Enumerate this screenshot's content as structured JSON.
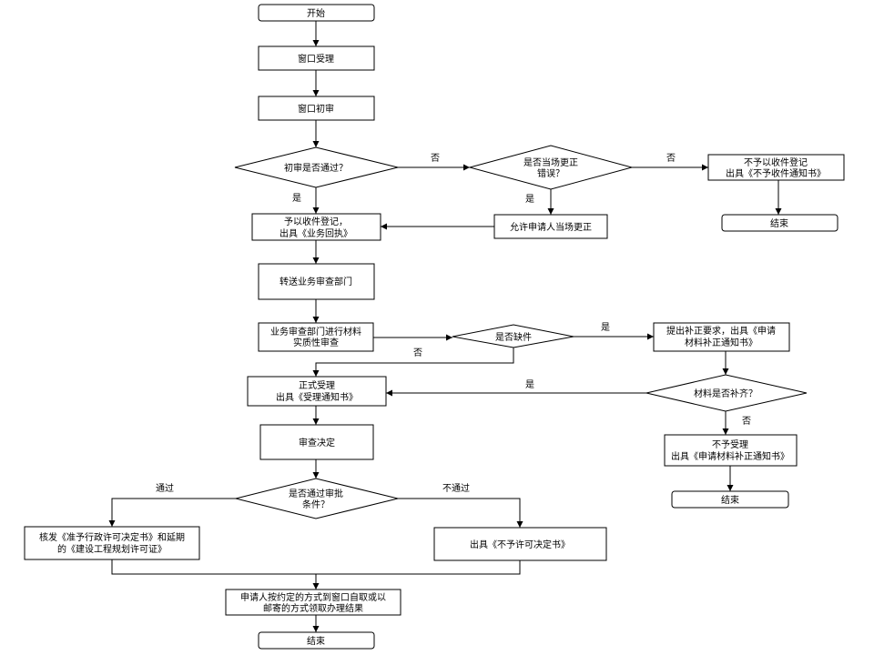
{
  "nodes": {
    "start": "开始",
    "window_accept": "窗口受理",
    "window_prelim": "窗口初审",
    "prelim_pass_q": "初审是否通过？",
    "fix_q_line1": "是否当场更正",
    "fix_q_line2": "错误？",
    "reject_line1": "不予以收件登记",
    "reject_line2": "出具《不予收件通知书》",
    "end_top": "结束",
    "register_line1": "予以收件登记，",
    "register_line2": "出具《业务回执》",
    "allow_fix": "允许申请人当场更正",
    "transfer": "转送业务审查部门",
    "review_line1": "业务审查部门进行材料",
    "review_line2": "实质性审查",
    "missing_q": "是否缺件",
    "supplement_line1": "提出补正要求，出具《申请",
    "supplement_line2": "材料补正通知书》",
    "formal_line1": "正式受理",
    "formal_line2": "出具《受理通知书》",
    "complete_q": "材料是否补齐？",
    "not_accept_line1": "不予受理",
    "not_accept_line2": "出具《申请材料补正通知书》",
    "end_mid": "结束",
    "decision": "审查决定",
    "approve_q_line1": "是否通过审批",
    "approve_q_line2": "条件？",
    "issue_line1": "核发《准予行政许可决定书》和延期",
    "issue_line2": "的《建设工程规划许可证》",
    "deny": "出具《不予许可决定书》",
    "collect_line1": "申请人按约定的方式到窗口自取或以",
    "collect_line2": "邮寄的方式领取办理结果",
    "end_bottom": "结束"
  },
  "edge_labels": {
    "no_1": "否",
    "no_2": "否",
    "yes_1": "是",
    "yes_2": "是",
    "yes_missing": "是",
    "no_missing": "否",
    "yes_complete": "是",
    "no_complete": "否",
    "pass": "通过",
    "fail": "不通过"
  }
}
